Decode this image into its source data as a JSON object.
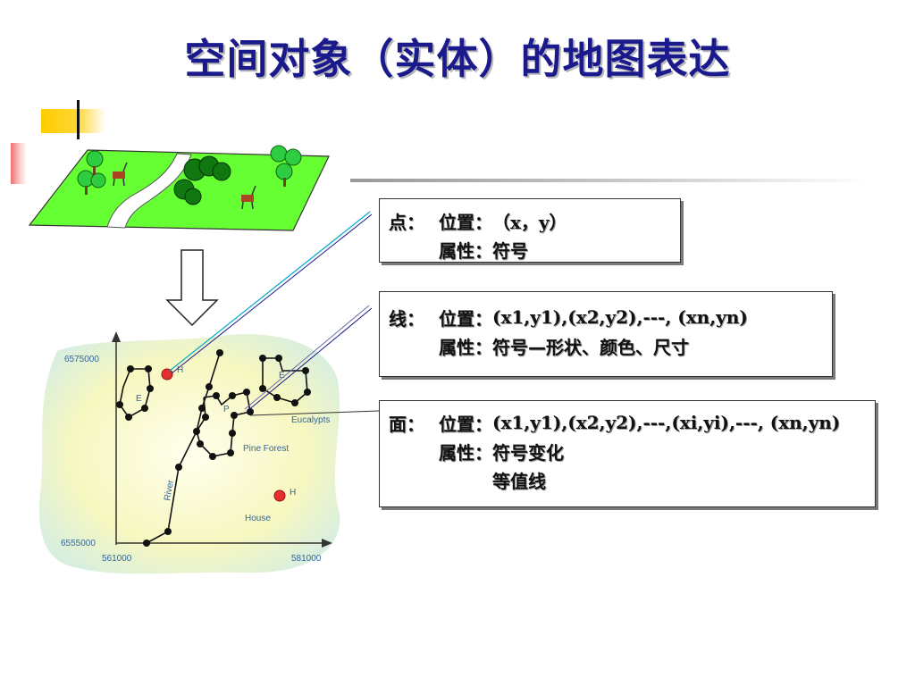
{
  "slide": {
    "title": "空间对象（实体）的地图表达"
  },
  "point_box": {
    "label": "点：",
    "position_key": "位置：",
    "position_value": "（x，y）",
    "attribute_key": "属性：",
    "attribute_value": "符号"
  },
  "line_box": {
    "label": "线：",
    "position_key": "位置：",
    "position_value": "(x1,y1),(x2,y2),---, (xn,yn)",
    "attribute_key": "属性：",
    "attribute_value": "符号—形状、颜色、尺寸"
  },
  "area_box": {
    "label": "面：",
    "position_key": "位置：",
    "position_value": "(x1,y1),(x2,y2),---,(xi,yi),---, (xn,yn)",
    "attribute_key": "属性：",
    "attribute_value": "符号变化",
    "attribute_value_2": "等值线"
  },
  "map": {
    "y_top_label": "6575000",
    "y_bottom_label": "6555000",
    "x_left_label": "561000",
    "x_right_label": "581000",
    "label_h_top": "H",
    "label_e_left": "E",
    "label_e_right": "E",
    "label_p": "P",
    "label_eucalypts": "Eucalypts",
    "label_pine_forest": "Pine Forest",
    "label_river": "River",
    "label_h_bottom": "H",
    "label_house": "House"
  },
  "colors": {
    "title": "#1a1a8c",
    "grass": "#66ff33",
    "tree": "#22aa22",
    "point_marker": "#e63030"
  },
  "icons": {
    "arrow": "down-arrow-icon",
    "landscape": "landscape-illustration"
  }
}
